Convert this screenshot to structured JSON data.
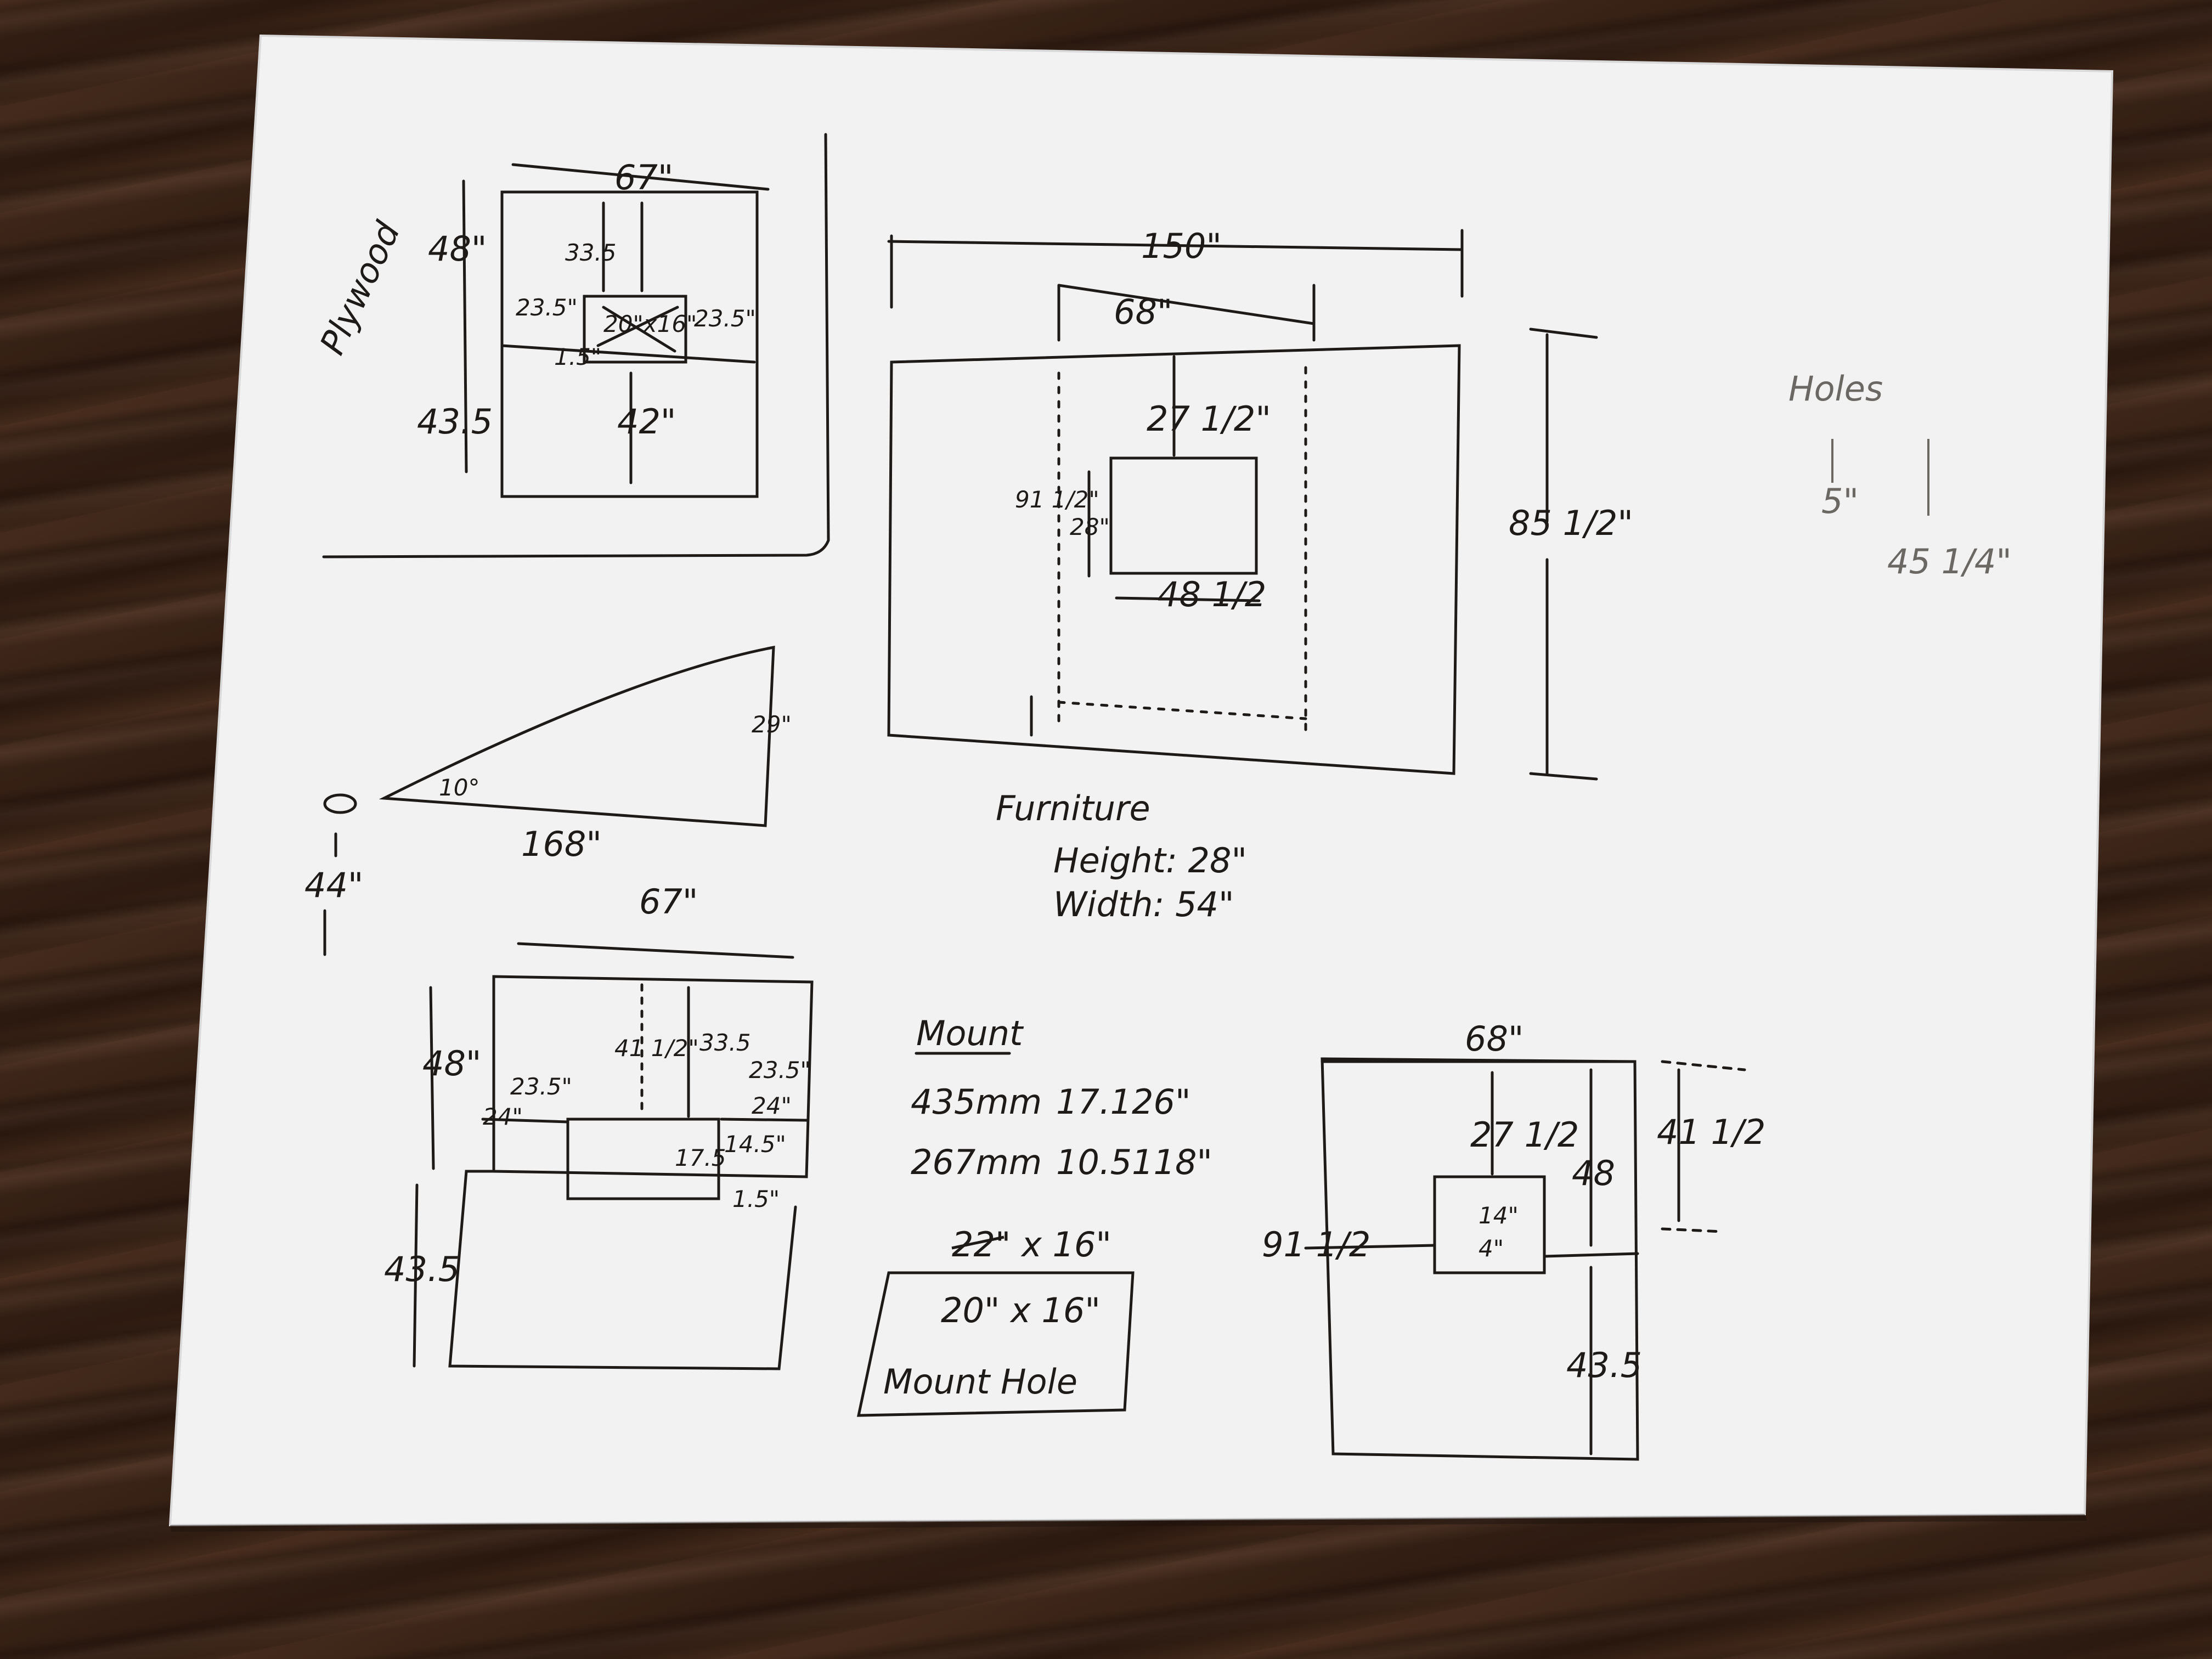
{
  "plywood": {
    "side_label": "Plywood",
    "width": "67\"",
    "top_height": "48\"",
    "bottom_height": "43.5",
    "top_gap": "33.5",
    "left_gap": "23.5\"",
    "right_gap": "23.5\"",
    "cutout": "20\"x16\"",
    "small": "1.5\"",
    "lower_gap": "42\""
  },
  "wall": {
    "width": "150\"",
    "inner_width": "68\"",
    "top_gap": "27 1/2\"",
    "height": "85 1/2\"",
    "left_height": "91 1/2\"",
    "tv_height": "28\"",
    "tv_width": "48 1/2"
  },
  "holes": {
    "title": "Holes",
    "a": "5\"",
    "b": "45 1/4\""
  },
  "angle": {
    "degrees": "10°",
    "distance": "168\"",
    "rise": "29\"",
    "eye_height": "44\""
  },
  "furniture": {
    "title": "Furniture",
    "height": "Height: 28\"",
    "width": "Width: 54\""
  },
  "plywood2": {
    "width": "67\"",
    "top_height": "48\"",
    "bottom_height": "43.5",
    "mid": "41 1/2\"",
    "mid2": "33.5",
    "left_gap": "23.5\"",
    "left_gap2": "24\"",
    "right_gap": "23.5\"",
    "right_gap2": "24\"",
    "hole_h": "17.5",
    "right_small": "14.5\"",
    "small": "1.5\""
  },
  "mount": {
    "title": "Mount",
    "r1_mm": "435mm",
    "r1_in": "17.126\"",
    "r2_mm": "267mm",
    "r2_in": "10.5118\"",
    "size_struck": "22\" x 16\"",
    "box_size": "20\" x 16\"",
    "box_label": "Mount Hole"
  },
  "elevation": {
    "width": "68\"",
    "top_gap": "27 1/2",
    "inner_h": "48",
    "right_h": "41 1/2",
    "left_h": "91 1/2",
    "bottom_h": "43.5",
    "c1": "14\"",
    "c2": "4\""
  },
  "colors": {
    "paper": "#f2f2f3",
    "ink": "#1e1a17",
    "pencil": "#6b6763",
    "wood": "#3a2418"
  }
}
